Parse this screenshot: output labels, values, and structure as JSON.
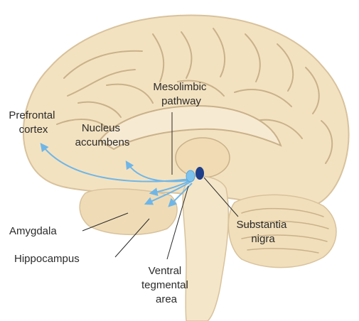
{
  "labels": {
    "mesolimbic_1": "Mesolimbic",
    "mesolimbic_2": "pathway",
    "prefrontal_1": "Prefrontal",
    "prefrontal_2": "cortex",
    "nucleus_1": "Nucleus",
    "nucleus_2": "accumbens",
    "amygdala": "Amygdala",
    "hippocampus": "Hippocampus",
    "substantia_1": "Substantia",
    "substantia_2": "nigra",
    "ventral_1": "Ventral",
    "ventral_2": "tegmental",
    "ventral_3": "area"
  },
  "colors": {
    "brain_fill": "#f3e2c0",
    "brain_outline": "#d8c29c",
    "sulcus": "#c9b18a",
    "pathway": "#6fb6e8",
    "vta": "#7ec3ee",
    "substantia_nigra": "#1f3f8a"
  }
}
